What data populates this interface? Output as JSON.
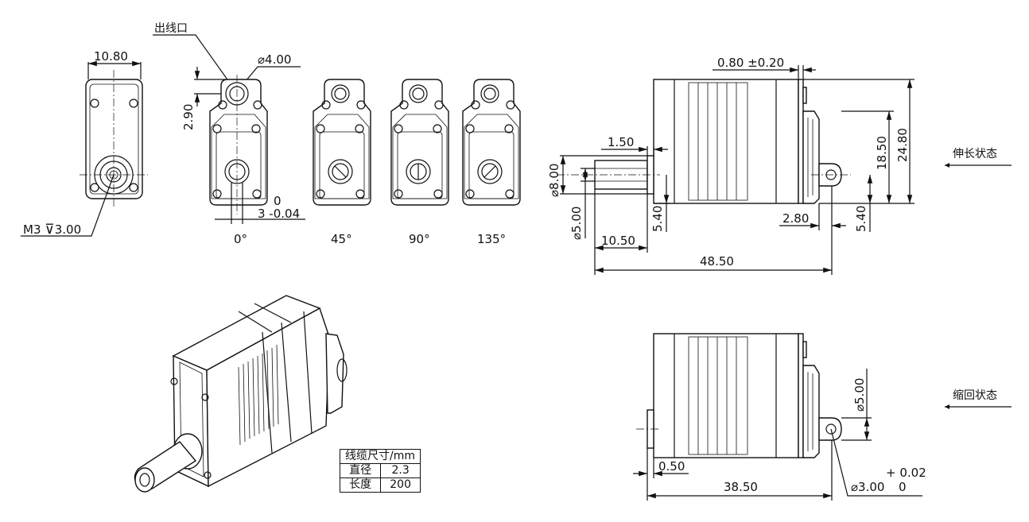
{
  "front_view": {
    "width_dim": "10.80",
    "thread_note": "M3 ",
    "thread_depth": "3.00"
  },
  "cable_exit_view": {
    "outlet_label": "出线口",
    "hole_dia": "4.00",
    "offset_dim": "2.90",
    "tol_upper": "0",
    "tol_main": "3 -0.04"
  },
  "angles": [
    "0°",
    "45°",
    "90°",
    "135°"
  ],
  "extended_view": {
    "state_label": "伸长状态",
    "gap_dim": "0.80 ±0.20",
    "tip_dim": "1.50",
    "rod_dia_outer": "8.00",
    "rod_dia_inner": "5.00",
    "rod_length": "10.50",
    "total_length": "48.50",
    "rod_height": "5.40",
    "lug_offset": "2.80",
    "lug_height": "5.40",
    "height_inner": "18.50",
    "height_total": "24.80"
  },
  "retracted_view": {
    "state_label": "缩回状态",
    "lug_hole_dia": "5.00",
    "tip_dim": "0.50",
    "total_length": "38.50",
    "pin_dia": "3.00",
    "pin_tol_upper": "+ 0.02",
    "pin_tol_lower": "0"
  },
  "cable_table": {
    "title": "线缆尺寸/mm",
    "rows": [
      {
        "label": "直径",
        "value": "2.3"
      },
      {
        "label": "长度",
        "value": "200"
      }
    ]
  }
}
